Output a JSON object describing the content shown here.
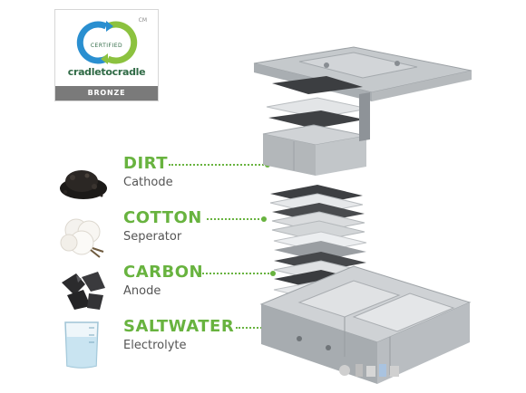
{
  "certification": {
    "label": "CERTIFIED",
    "brand": "cradletocradle",
    "trademark": "CM",
    "tier": "BRONZE",
    "colors": {
      "green": "#2f6a45",
      "blue": "#2a8fd0",
      "lime": "#8cc23f",
      "tier_bg": "#7a7a7a"
    }
  },
  "components": [
    {
      "title": "DIRT",
      "subtitle": "Cathode",
      "icon": "dirt-icon"
    },
    {
      "title": "COTTON",
      "subtitle": "Seperator",
      "icon": "cotton-icon"
    },
    {
      "title": "CARBON",
      "subtitle": "Anode",
      "icon": "carbon-icon"
    },
    {
      "title": "SALTWATER",
      "subtitle": "Electrolyte",
      "icon": "saltwater-icon"
    }
  ],
  "colors": {
    "accent": "#68b33f",
    "subtitle": "#555555",
    "housing": "#b8bcc0",
    "plate_dark": "#4b4d50"
  }
}
